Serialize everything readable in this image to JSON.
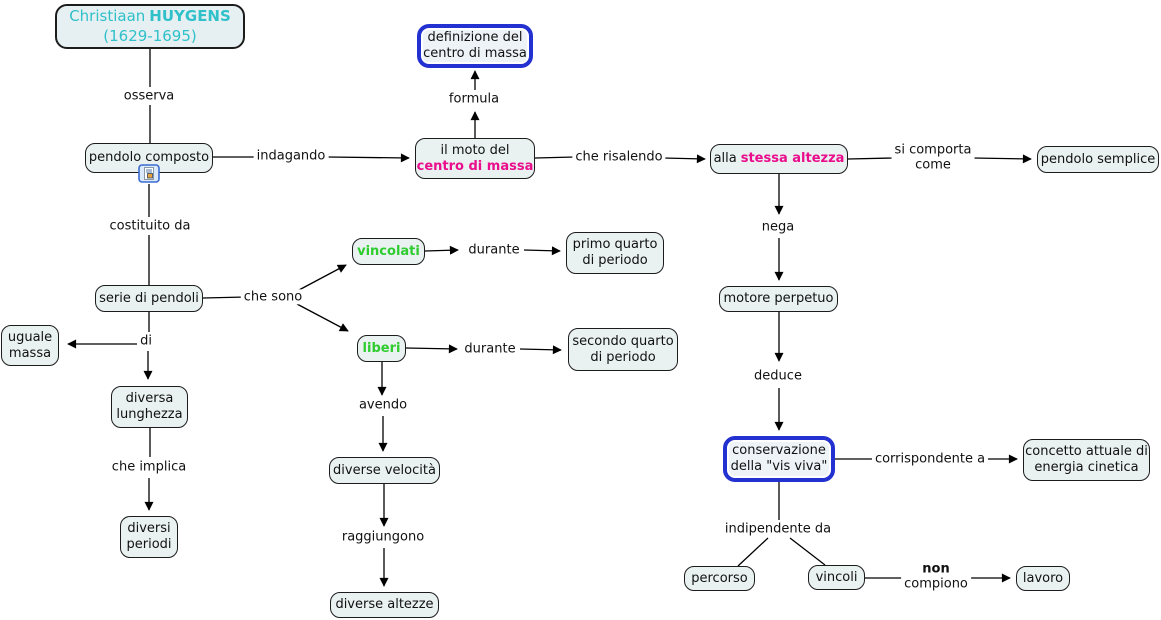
{
  "colors": {
    "node_background": "#e9f1f1",
    "node_border": "#1c1c1c",
    "highlight_border_blue": "#2231d0",
    "accent_cyan": "#2fc0c9",
    "accent_magenta": "#ea0d8c",
    "accent_green": "#2ecc2e",
    "connector": "#000000"
  },
  "nodes": {
    "title": {
      "name_first": "Christiaan",
      "name_last": "HUYGENS",
      "years": "(1629-1695)"
    },
    "pendolo_composto": "pendolo composto",
    "definizione": {
      "line1": "definizione del",
      "line2": "centro di massa"
    },
    "moto": {
      "line1": "il moto del",
      "line2": "centro di massa"
    },
    "stessa_altezza": {
      "prefix": "alla",
      "highlight": "stessa altezza"
    },
    "pendolo_semplice": "pendolo semplice",
    "vincolati": "vincolati",
    "primo_quarto": {
      "line1": "primo quarto",
      "line2": "di periodo"
    },
    "liberi": "liberi",
    "secondo_quarto": {
      "line1": "secondo quarto",
      "line2": "di periodo"
    },
    "serie_pendoli": "serie di pendoli",
    "uguale_massa": {
      "line1": "uguale",
      "line2": "massa"
    },
    "diversa_lunghezza": {
      "line1": "diversa",
      "line2": "lunghezza"
    },
    "diversi_periodi": {
      "line1": "diversi",
      "line2": "periodi"
    },
    "diverse_velocita": "diverse velocità",
    "diverse_altezze": "diverse altezze",
    "motore_perpetuo": "motore perpetuo",
    "conservazione": {
      "line1": "conservazione",
      "line2": "della \"vis viva\""
    },
    "concetto": {
      "line1": "concetto attuale di",
      "line2": "energia cinetica"
    },
    "percorso": "percorso",
    "vincoli": "vincoli",
    "lavoro": "lavoro"
  },
  "labels": {
    "osserva": "osserva",
    "indagando": "indagando",
    "formula": "formula",
    "che_risalendo": "che risalendo",
    "si_comporta": {
      "line1": "si comporta",
      "line2": "come"
    },
    "nega": "nega",
    "deduce": "deduce",
    "corrispondente": "corrispondente a",
    "indipendente": "indipendente da",
    "non_compiono": {
      "line1": "non",
      "line2": "compiono"
    },
    "costituito_da": "costituito da",
    "che_sono": "che sono",
    "durante1": "durante",
    "durante2": "durante",
    "di": "di",
    "che_implica": "che implica",
    "avendo": "avendo",
    "raggiungono": "raggiungono"
  },
  "icons": {
    "resource": "document-image-icon"
  }
}
